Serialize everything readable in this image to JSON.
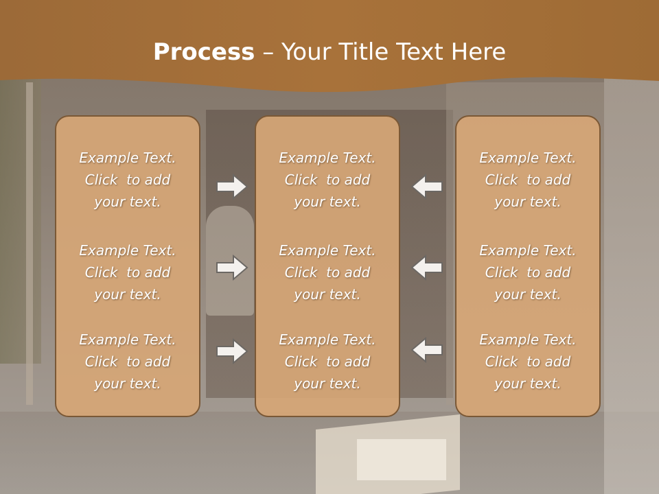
{
  "slide": {
    "title_bold": "Process",
    "title_rest": " – Your Title Text Here",
    "colors": {
      "header_brown": "#a8723a",
      "box_fill": "#d6a676",
      "box_border": "#7a5836"
    },
    "columns": [
      {
        "name": "left",
        "items": [
          {
            "l1": "Example Text.",
            "l2": "Click  to add",
            "l3": "your text."
          },
          {
            "l1": "Example Text.",
            "l2": "Click  to add",
            "l3": "your text."
          },
          {
            "l1": "Example Text.",
            "l2": "Click  to add",
            "l3": "your text."
          }
        ]
      },
      {
        "name": "middle",
        "items": [
          {
            "l1": "Example Text.",
            "l2": "Click  to add",
            "l3": "your text."
          },
          {
            "l1": "Example Text.",
            "l2": "Click  to add",
            "l3": "your text."
          },
          {
            "l1": "Example Text.",
            "l2": "Click  to add",
            "l3": "your text."
          }
        ]
      },
      {
        "name": "right",
        "items": [
          {
            "l1": "Example Text.",
            "l2": "Click  to add",
            "l3": "your text."
          },
          {
            "l1": "Example Text.",
            "l2": "Click  to add",
            "l3": "your text."
          },
          {
            "l1": "Example Text.",
            "l2": "Click  to add",
            "l3": "your text."
          }
        ]
      }
    ],
    "arrows": {
      "left_to_mid": "right-arrow-icon",
      "right_to_mid": "left-arrow-icon"
    }
  }
}
